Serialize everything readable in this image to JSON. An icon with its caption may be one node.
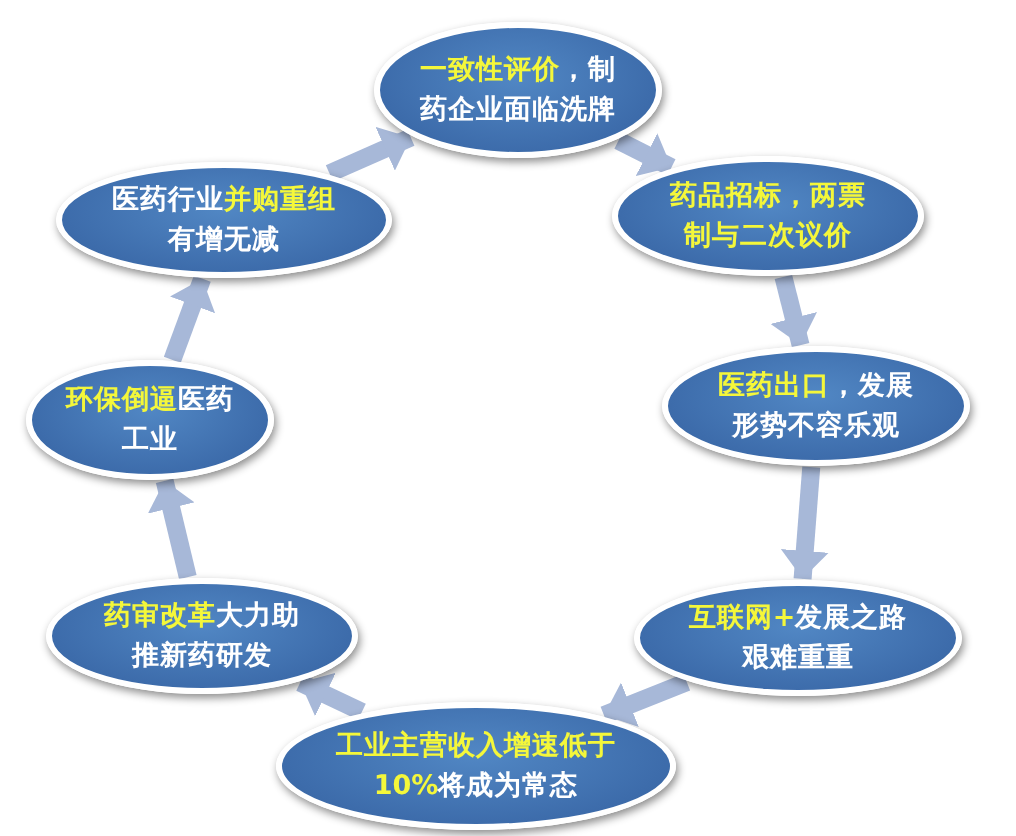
{
  "diagram": {
    "nodes": [
      {
        "text": [
          "**一致性评价**，制药企业面临洗牌"
        ]
      },
      {
        "text": [
          "**药品招标，两票制与二次议价**"
        ]
      },
      {
        "text": [
          "**医药出口**，发展形势不容乐观"
        ]
      },
      {
        "text": [
          "**互联网+**发展之路艰难重重"
        ]
      },
      {
        "text": [
          "**工业主营收入增速低于10%**将成为常态"
        ]
      },
      {
        "text": [
          "**药审改革**大力助推新药研发"
        ]
      },
      {
        "text": [
          "**环保倒逼**医药工业"
        ]
      },
      {
        "text": [
          "医药行业**并购重组**有增无减"
        ]
      }
    ],
    "edges": [
      {
        "from": 0,
        "to": 1,
        "arrow": "to"
      },
      {
        "from": 1,
        "to": 2,
        "arrow": "to"
      },
      {
        "from": 2,
        "to": 3,
        "arrow": "to"
      },
      {
        "from": 3,
        "to": 4,
        "arrow": "to"
      },
      {
        "from": 4,
        "to": 5,
        "arrow": "to"
      },
      {
        "from": 5,
        "to": 6,
        "arrow": "to"
      },
      {
        "from": 6,
        "to": 7,
        "arrow": "to"
      },
      {
        "from": 7,
        "to": 0,
        "arrow": "to"
      }
    ]
  }
}
